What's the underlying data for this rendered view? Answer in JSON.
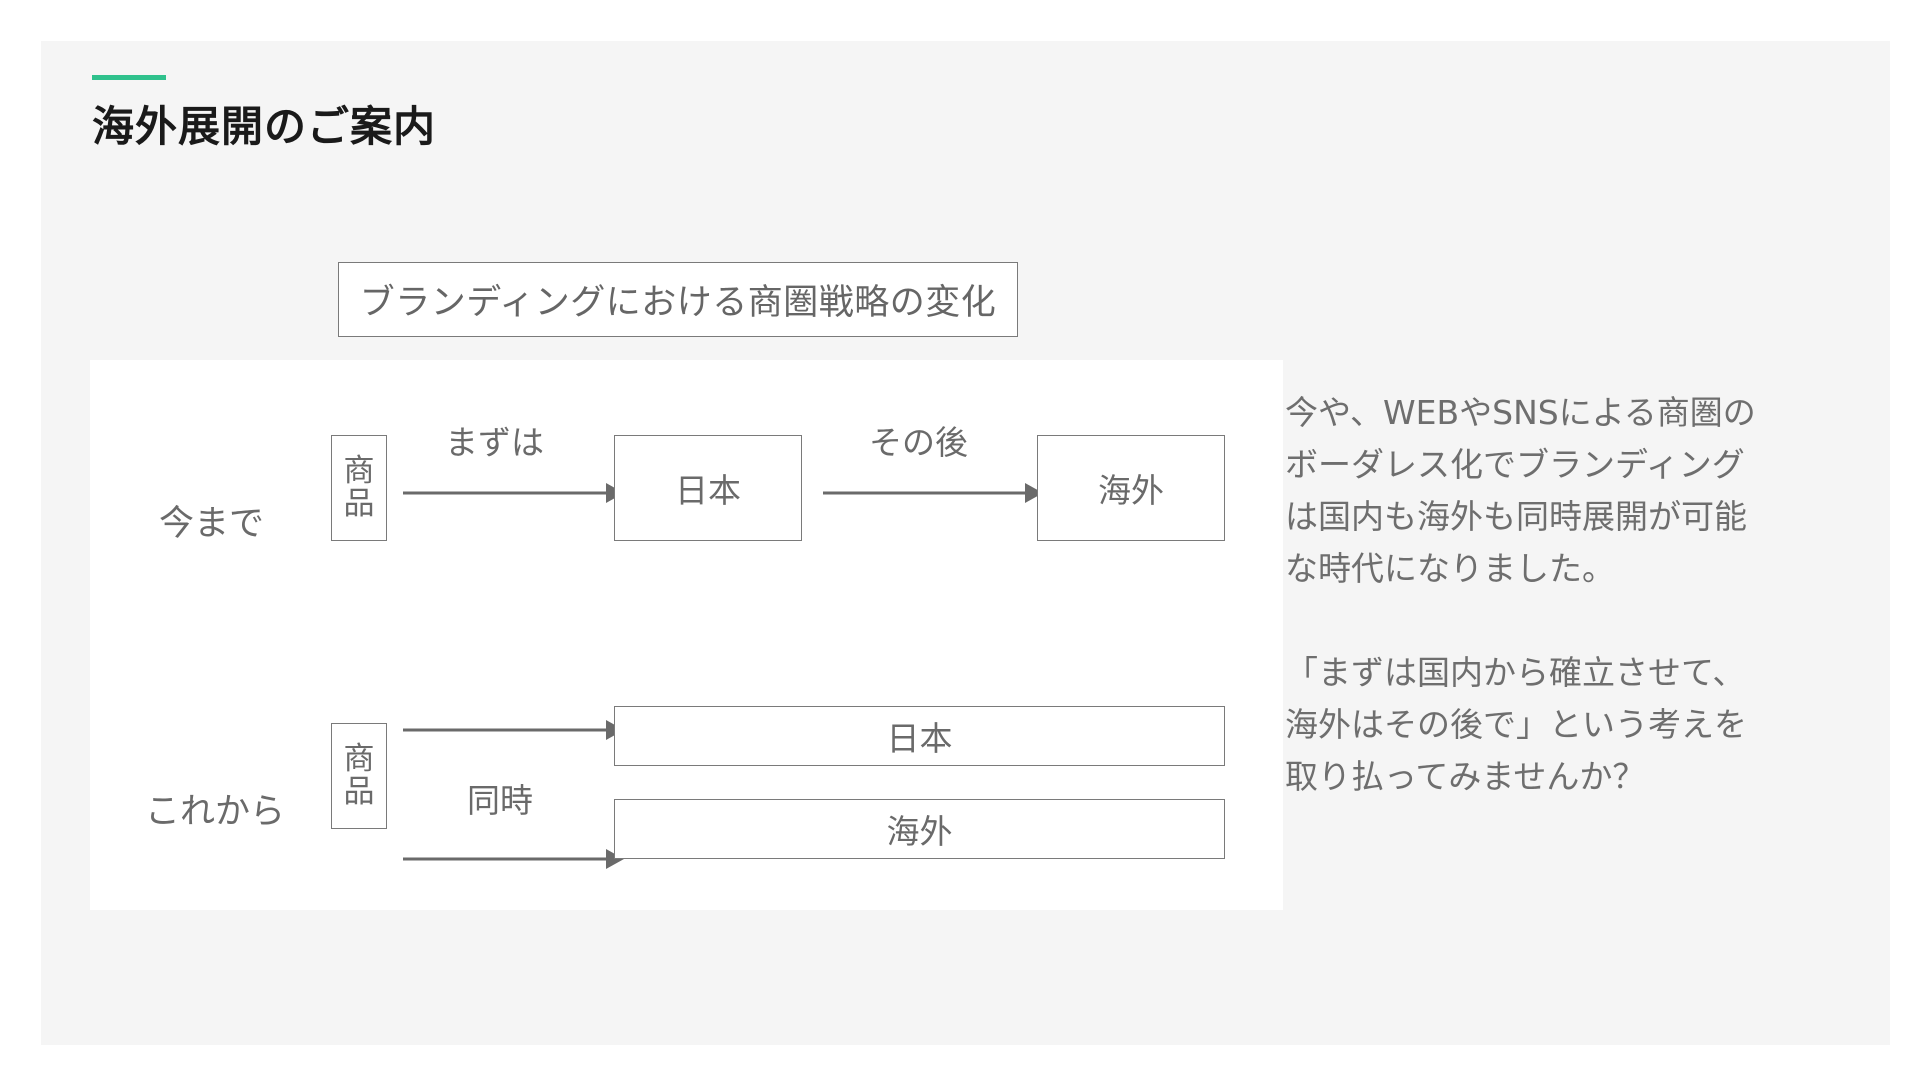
{
  "colors": {
    "accent": "#2fc18c",
    "slide_background": "#f5f5f5",
    "panel_background": "#ffffff",
    "border": "#7a7a7a",
    "arrow": "#6a6a6a",
    "text_gray": "#6a6a6a",
    "title_text": "#1a1a1a"
  },
  "page": {
    "title": "海外展開のご案内"
  },
  "diagram": {
    "label": "ブランディングにおける商圏戦略の変化",
    "row_before": {
      "label": "今まで",
      "product": [
        "商",
        "品"
      ],
      "arrow1_label": "まずは",
      "box1": "日本",
      "arrow2_label": "その後",
      "box2": "海外"
    },
    "row_after": {
      "label": "これから",
      "product": [
        "商",
        "品"
      ],
      "arrow_label": "同時",
      "box_top": "日本",
      "box_bottom": "海外"
    }
  },
  "side_text": {
    "paragraph1": "今や、WEBやSNSによる商圏の\nボーダレス化でブランディング\nは国内も海外も同時展開が可能\nな時代になりました。",
    "paragraph2": "「まずは国内から確立させて、\n海外はその後で」という考えを\n取り払ってみませんか？"
  }
}
